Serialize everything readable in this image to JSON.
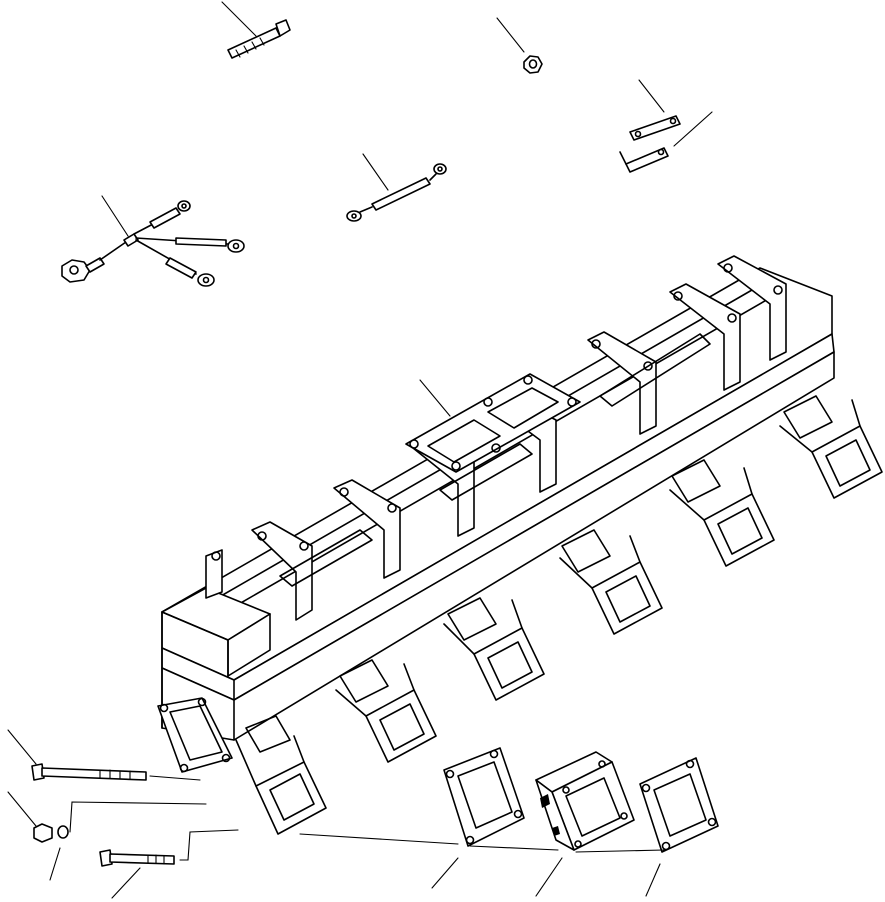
{
  "diagram": {
    "background": "#ffffff",
    "ink": "#000000",
    "parts": [
      "long-bolt",
      "nut",
      "clip-upper",
      "clip-lower",
      "single-rod",
      "branched-harness",
      "upper-gasket",
      "exhaust-manifold",
      "end-flange-gasket",
      "bolt-lower-left",
      "nut-washer-lower-left",
      "short-bolt-lower-left",
      "port-gasket-left",
      "port-spacer",
      "port-gasket-right"
    ]
  }
}
